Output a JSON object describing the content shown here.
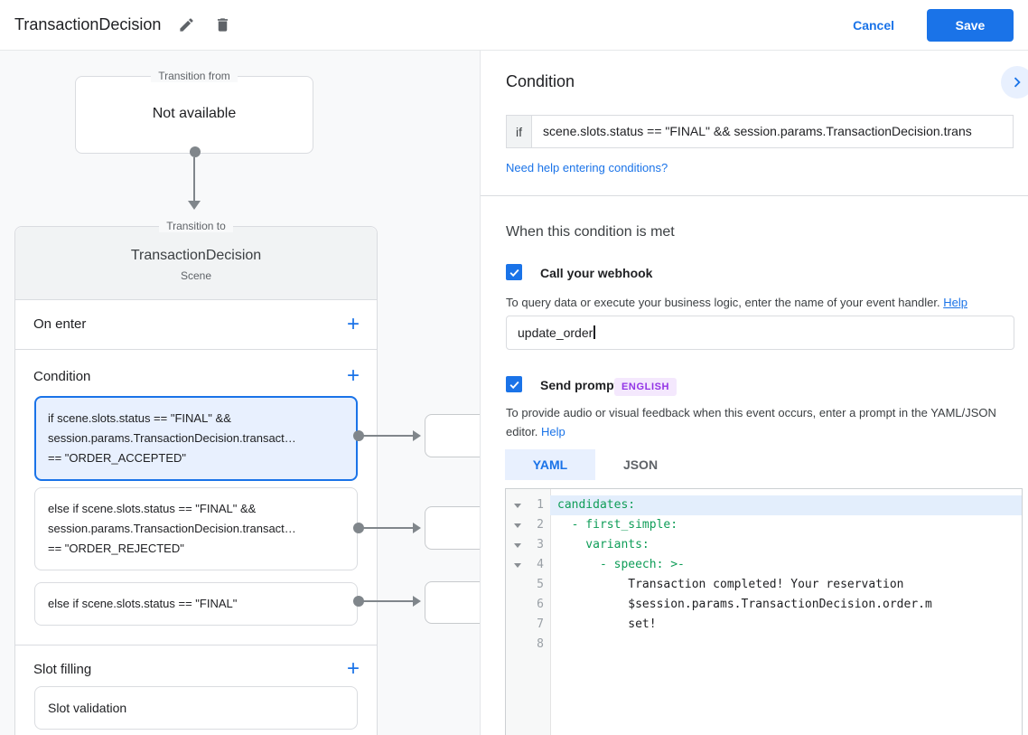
{
  "header": {
    "title": "TransactionDecision",
    "cancel_label": "Cancel",
    "save_label": "Save"
  },
  "icons": {
    "add_glyph": "+"
  },
  "colors": {
    "accent": "#1a73e8",
    "selected_card_bg": "#e8f0fe",
    "badge_bg": "#f4e8fd",
    "badge_text": "#9334e6",
    "code_key_green": "#0f9d58",
    "connector_gray": "#80868b"
  },
  "diagram": {
    "transition_from": {
      "legend": "Transition from",
      "content": "Not available"
    },
    "transition_to": {
      "legend": "Transition to",
      "title": "TransactionDecision",
      "subtitle": "Scene",
      "on_enter_label": "On enter",
      "condition_label": "Condition",
      "condition_cards": [
        {
          "selected": true,
          "lines": [
            "if scene.slots.status == \"FINAL\" &&",
            "session.params.TransactionDecision.transact…",
            "== \"ORDER_ACCEPTED\""
          ]
        },
        {
          "selected": false,
          "lines": [
            "else if scene.slots.status == \"FINAL\" &&",
            "session.params.TransactionDecision.transact…",
            "== \"ORDER_REJECTED\""
          ]
        },
        {
          "selected": false,
          "lines": [
            "else if scene.slots.status == \"FINAL\""
          ]
        }
      ],
      "slot_filling_label": "Slot filling",
      "slot_card_label": "Slot validation"
    }
  },
  "panel": {
    "title": "Condition",
    "if_label": "if",
    "if_value": "scene.slots.status == \"FINAL\" && session.params.TransactionDecision.trans",
    "help_link": "Need help entering conditions?",
    "section_title": "When this condition is met",
    "webhook": {
      "label": "Call your webhook",
      "checked": true,
      "helper": "To query data or execute your business logic, enter the name of your event handler.",
      "helper_link": "Help",
      "value": "update_order"
    },
    "prompts": {
      "label": "Send prompts",
      "checked": true,
      "badge": "ENGLISH",
      "helper": "To provide audio or visual feedback when this event occurs, enter a prompt in the YAML/JSON editor.",
      "helper_link": "Help",
      "tabs": {
        "yaml": "YAML",
        "json": "JSON"
      },
      "active_tab": "YAML"
    },
    "editor": {
      "lines": [
        {
          "n": "1",
          "kind": "key",
          "fold": true,
          "active": true,
          "text": "candidates:"
        },
        {
          "n": "2",
          "kind": "key",
          "fold": true,
          "active": false,
          "text": "  - first_simple:"
        },
        {
          "n": "3",
          "kind": "key",
          "fold": true,
          "active": false,
          "text": "    variants:"
        },
        {
          "n": "4",
          "kind": "key",
          "fold": true,
          "active": false,
          "text": "      - speech: >-"
        },
        {
          "n": "5",
          "kind": "text",
          "fold": false,
          "active": false,
          "text": "          Transaction completed! Your reservation"
        },
        {
          "n": "6",
          "kind": "text",
          "fold": false,
          "active": false,
          "text": "          $session.params.TransactionDecision.order.m"
        },
        {
          "n": "7",
          "kind": "text",
          "fold": false,
          "active": false,
          "text": "          set!"
        },
        {
          "n": "8",
          "kind": "text",
          "fold": false,
          "active": false,
          "text": ""
        }
      ]
    }
  }
}
